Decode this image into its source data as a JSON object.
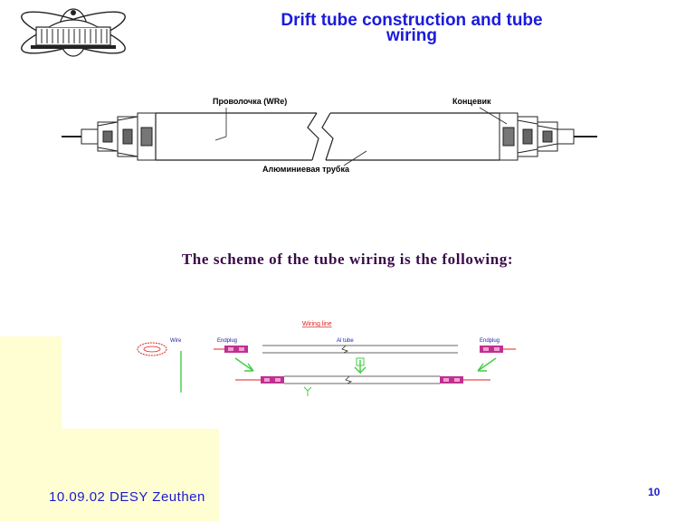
{
  "slide": {
    "title_line1": "Drift tube construction and tube",
    "title_line2": "wiring",
    "subtitle": "The scheme of the tube wiring is the following:",
    "footer_date": "10.09.02 DESY Zeuthen",
    "page_number": "10"
  },
  "diagram_top": {
    "label_wire": "Проволочка (WRe)",
    "label_endcap": "Концевик",
    "label_tube": "Алюминиевая трубка"
  },
  "diagram_bottom": {
    "title": "Wiring line",
    "label_wire": "Wire",
    "label_endcap_left": "Endplug",
    "label_tube": "Al tube",
    "label_endcap_right": "Endplug"
  },
  "colors": {
    "title": "#1a1adc",
    "subtitle": "#3a0a4a",
    "footer": "#1a1ad0",
    "panel": "#fefed2",
    "wiring_red": "#e02020",
    "wiring_green": "#44cc44",
    "endcap_magenta": "#c03090"
  }
}
